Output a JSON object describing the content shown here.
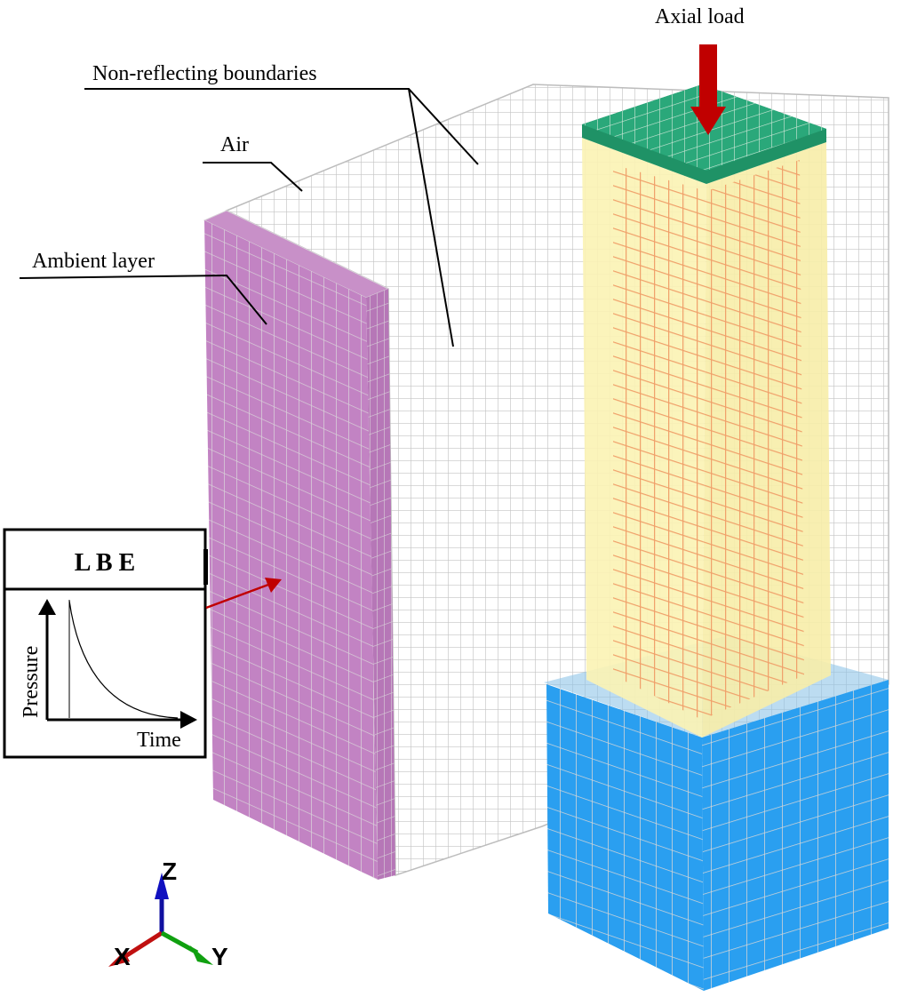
{
  "labels": {
    "axial_load": "Axial load",
    "non_reflecting": "Non-reflecting boundaries",
    "air": "Air",
    "ambient_layer": "Ambient layer"
  },
  "lbe_panel": {
    "title": "L B E",
    "y_label": "Pressure",
    "x_label": "Time"
  },
  "axes": {
    "x": "X",
    "y": "Y",
    "z": "Z"
  },
  "colors": {
    "ambient": "#c283c3",
    "air_mesh": "#c8c8c8",
    "concrete": "#fbf3b4",
    "rebar": "#f0a06a",
    "loading_plate": "#2aa87a",
    "foundation": "#2a9ff0",
    "arrow": "#c00000"
  }
}
